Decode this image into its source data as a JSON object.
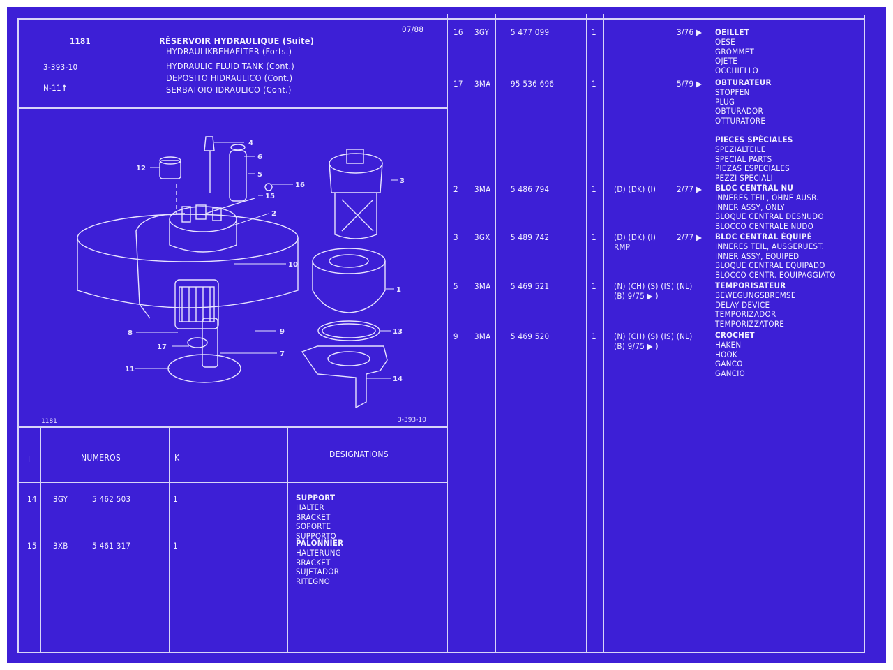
{
  "header": {
    "code": "1181",
    "ref": "3-393-10",
    "note": "N-11",
    "date": "07/88",
    "titles": [
      "RÉSERVOIR HYDRAULIQUE (Suite)",
      "HYDRAULIKBEHAELTER (Forts.)",
      "HYDRAULIC FLUID TANK (Cont.)",
      "DEPOSITO HIDRAULICO (Cont.)",
      "SERBATOIO IDRAULICO (Cont.)"
    ]
  },
  "figure": {
    "code_left": "1181",
    "code_right": "3-393-10",
    "callouts": [
      "4",
      "6",
      "5",
      "16",
      "15",
      "2",
      "12",
      "10",
      "3",
      "1",
      "8",
      "9",
      "13",
      "17",
      "7",
      "11",
      "14"
    ]
  },
  "columns": {
    "index": "I",
    "numeros": "NUMEROS",
    "k": "K",
    "designations": "DESIGNATIONS"
  },
  "left_rows": [
    {
      "index": "14",
      "group": "3GY",
      "number": "5 462 503",
      "qty": "1",
      "title": "SUPPORT",
      "lines": [
        "HALTER",
        "BRACKET",
        "SOPORTE",
        "SUPPORTO"
      ]
    },
    {
      "index": "15",
      "group": "3XB",
      "number": "5 461 317",
      "qty": "1",
      "title": "PALONNIER",
      "lines": [
        "HALTERUNG",
        "BRACKET",
        "SUJETADOR",
        "RITEGNO"
      ]
    }
  ],
  "right_rows": [
    {
      "index": "16",
      "group": "3GY",
      "number": "5 477 099",
      "qty": "1",
      "variant": "",
      "date": "3/76 ▶",
      "title": "OEILLET",
      "lines": [
        "OESE",
        "GROMMET",
        "OJETE",
        "OCCHIELLO"
      ]
    },
    {
      "index": "17",
      "group": "3MA",
      "number": "95 536 696",
      "qty": "1",
      "variant": "",
      "date": "5/79 ▶",
      "title": "OBTURATEUR",
      "lines": [
        "STOPFEN",
        "PLUG",
        "OBTURADOR",
        "OTTURATORE"
      ]
    },
    {
      "index": "",
      "group": "",
      "number": "",
      "qty": "",
      "variant": "",
      "date": "",
      "title": "PIECES SPÉCIALES",
      "lines": [
        "SPEZIALTEILE",
        "SPECIAL PARTS",
        "PIEZAS ESPECIALES",
        "PEZZI SPECIALI"
      ]
    },
    {
      "index": "2",
      "group": "3MA",
      "number": "5 486 794",
      "qty": "1",
      "variant": "(D) (DK) (I)",
      "date": "2/77 ▶",
      "title": "BLOC CENTRAL NU",
      "lines": [
        "INNERES TEIL, OHNE AUSR.",
        "INNER ASSY, ONLY",
        "BLOQUE CENTRAL DESNUDO",
        "BLOCCO CENTRALE NUDO"
      ]
    },
    {
      "index": "3",
      "group": "3GX",
      "number": "5 489 742",
      "qty": "1",
      "variant": "(D) (DK) (I)|RMP",
      "date": "2/77 ▶",
      "title": "BLOC CENTRAL ÉQUIPÉ",
      "lines": [
        "INNERES TEIL, AUSGERUEST.",
        "INNER ASSY, EQUIPED",
        "BLOQUE CENTRAL EQUIPADO",
        "BLOCCO CENTR. EQUIPAGGIATO"
      ]
    },
    {
      "index": "5",
      "group": "3MA",
      "number": "5 469 521",
      "qty": "1",
      "variant": "(N) (CH) (S) (IS) (NL)|(B) 9/75 ▶ )",
      "date": "",
      "title": "TEMPORISATEUR",
      "lines": [
        "BEWEGUNGSBREMSE",
        "DELAY DEVICE",
        "TEMPORIZADOR",
        "TEMPORIZZATORE"
      ]
    },
    {
      "index": "9",
      "group": "3MA",
      "number": "5 469 520",
      "qty": "1",
      "variant": "(N) (CH) (S) (IS) (NL)|(B) 9/75 ▶ )",
      "date": "",
      "title": "CROCHET",
      "lines": [
        "HAKEN",
        "HOOK",
        "GANCO",
        "GANCIO"
      ]
    }
  ],
  "colors": {
    "background": "#3d1fd6",
    "ink": "#f2f0ff"
  }
}
